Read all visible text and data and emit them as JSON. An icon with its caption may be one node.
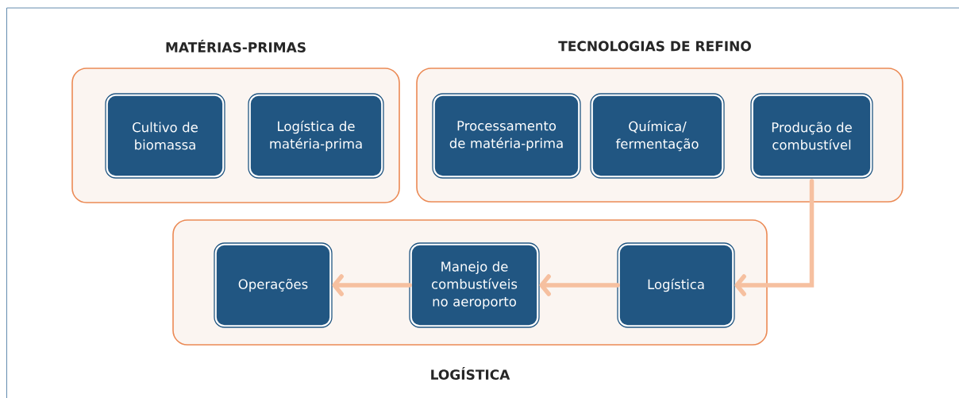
{
  "diagram": {
    "nodes": [
      {
        "text": [
          "MATÉRIAS-PRIMAS"
        ]
      },
      {
        "text": [
          "Cultivo de biomassa"
        ],
        "in": 0
      },
      {
        "text": [
          "Logística de matéria-prima"
        ],
        "in": 0
      },
      {
        "text": [
          "TECNOLOGIAS DE REFINO"
        ]
      },
      {
        "text": [
          "Processamento de matéria-prima"
        ],
        "in": 3
      },
      {
        "text": [
          "Química/ fermentação"
        ],
        "in": 3
      },
      {
        "text": [
          "Produção de combustível"
        ],
        "in": 3
      },
      {
        "text": [
          "LOGÍSTICA"
        ]
      },
      {
        "text": [
          "Operações"
        ],
        "in": 7
      },
      {
        "text": [
          "Manejo de combustíveis no aeroporto"
        ],
        "in": 7
      },
      {
        "text": [
          "Logística"
        ],
        "in": 7
      }
    ],
    "edges": [
      {
        "from": 6,
        "to": 10,
        "arrow": "to"
      },
      {
        "from": 10,
        "to": 9,
        "arrow": "to"
      },
      {
        "from": 9,
        "to": 8,
        "arrow": "to"
      }
    ]
  }
}
